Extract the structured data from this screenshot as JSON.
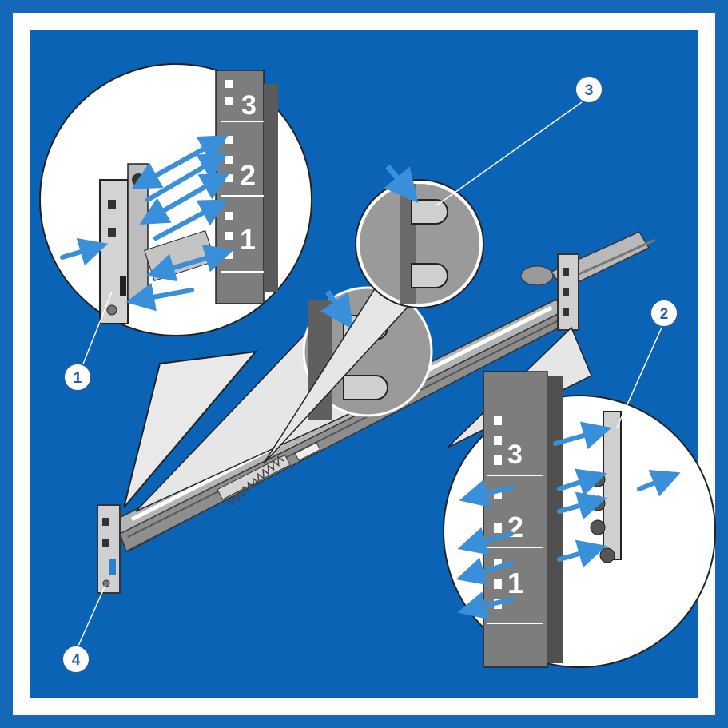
{
  "colors": {
    "frame_blue": "#1567b8",
    "inner_blue": "#0b63b6",
    "arrow_blue": "#3a8fdb",
    "rack_gray": "#7d7d7d",
    "rail_gray": "#a9a9a9"
  },
  "callouts": [
    {
      "number": "1"
    },
    {
      "number": "2"
    },
    {
      "number": "3"
    },
    {
      "number": "4"
    }
  ],
  "rack_units": {
    "upper_left": [
      "3",
      "2",
      "1"
    ],
    "lower_right": [
      "3",
      "2",
      "1"
    ]
  }
}
